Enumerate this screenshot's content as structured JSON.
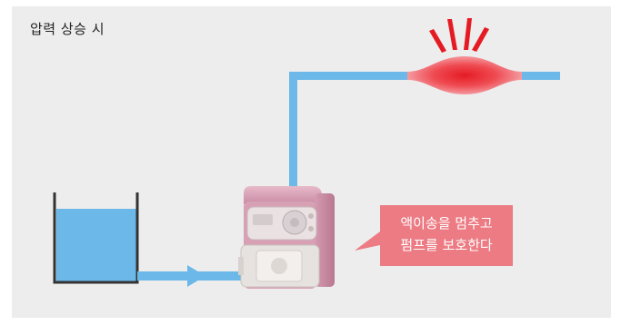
{
  "diagram": {
    "title": "압력 상승 시",
    "callout": {
      "line1": "액이송을 멈추고",
      "line2": "펌프를 보호한다"
    },
    "colors": {
      "panel_bg": "#ededed",
      "pipe": "#6cb8e8",
      "liquid": "#6cb8e8",
      "tank_wall": "#333333",
      "burst_red": "#e51b24",
      "callout_bg": "#ec7b83",
      "pump_body": "#d8a0b4"
    }
  }
}
